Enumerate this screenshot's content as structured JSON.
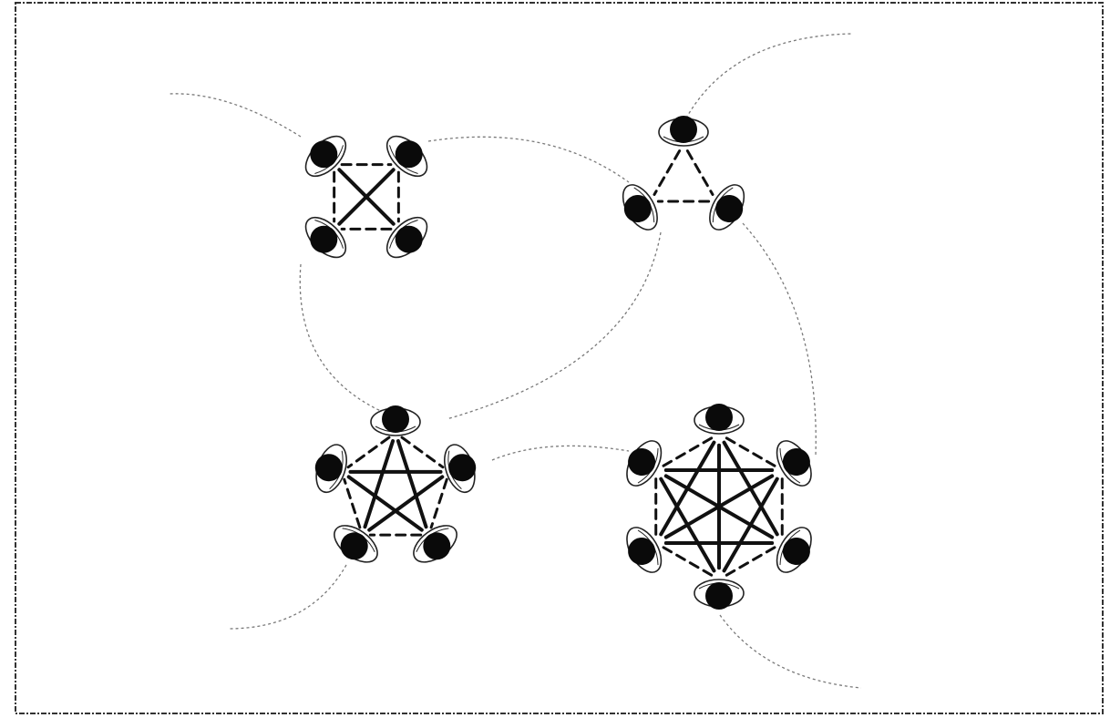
{
  "diagram": {
    "figure_type": "conversation-clusters",
    "colors": {
      "background": "#ffffff",
      "frame": "#333333",
      "head": "#0a0a0a",
      "shoulder_fill": "#ffffff",
      "shoulder_stroke": "#222222",
      "perimeter_link": "#111111",
      "cross_link": "#111111",
      "path": "#7a7a7a"
    },
    "groups": [
      {
        "id": "group-4",
        "people": 4,
        "links": "complete"
      },
      {
        "id": "group-3",
        "people": 3,
        "links": "complete"
      },
      {
        "id": "group-5",
        "people": 5,
        "links": "complete"
      },
      {
        "id": "group-6",
        "people": 6,
        "links": "complete"
      }
    ],
    "connections": [
      {
        "from": "group-4",
        "to": "group-3"
      },
      {
        "from": "group-4",
        "to": "group-5"
      },
      {
        "from": "group-3",
        "to": "group-5"
      },
      {
        "from": "group-3",
        "to": "group-6"
      },
      {
        "from": "group-5",
        "to": "group-6"
      },
      {
        "from": "group-4",
        "to": "outside"
      },
      {
        "from": "group-3",
        "to": "outside"
      },
      {
        "from": "group-5",
        "to": "outside"
      },
      {
        "from": "group-6",
        "to": "outside"
      }
    ]
  }
}
